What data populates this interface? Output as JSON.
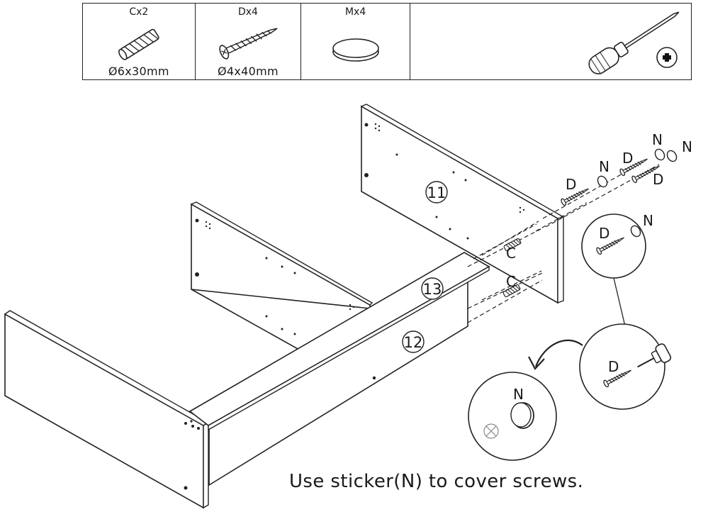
{
  "parts": [
    {
      "qty": "Cx2",
      "dim": "Ø6x30mm",
      "icon": "dowel-icon"
    },
    {
      "qty": "Dx4",
      "dim": "Ø4x40mm",
      "icon": "screw-icon"
    },
    {
      "qty": "Mx4",
      "dim": "",
      "icon": "sticker-disc-icon"
    },
    {
      "qty": "",
      "dim": "",
      "icon": "phillips-screwdriver-icon"
    }
  ],
  "panels": {
    "back": "11",
    "middle": "13",
    "front": "12"
  },
  "fastener_labels": {
    "screw": "D",
    "sticker": "N",
    "dowel": "C"
  },
  "caption": "Use sticker(N) to cover screws."
}
